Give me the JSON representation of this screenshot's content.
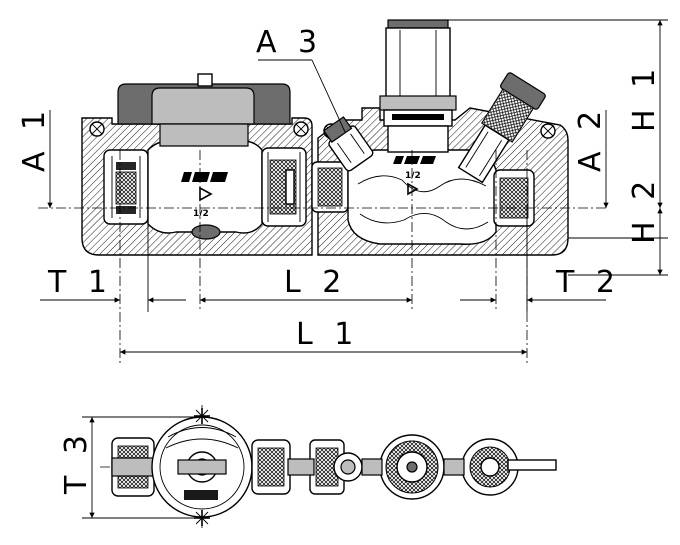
{
  "dimensions": {
    "A1": "A 1",
    "A2": "A 2",
    "A3": "A 3",
    "H1": "H 1",
    "H2": "H 2",
    "L1": "L 1",
    "L2": "L 2",
    "T1": "T 1",
    "T2": "T 2",
    "T3": "T 3"
  },
  "markings": {
    "size_left": "1/2",
    "size_right": "1/2"
  }
}
